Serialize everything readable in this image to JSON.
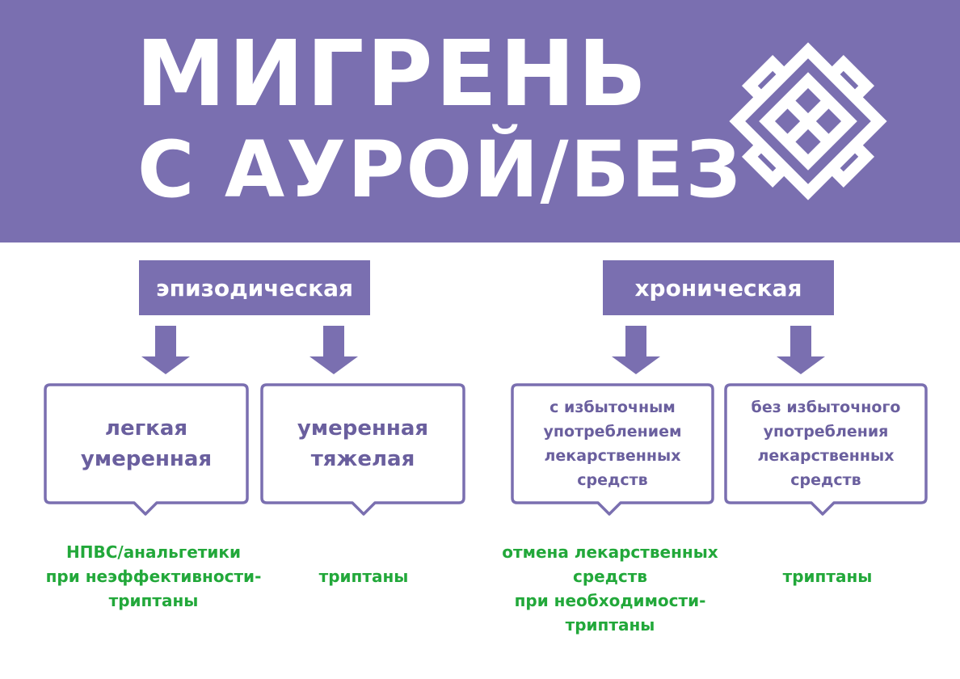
{
  "title": {
    "line1": "МИГРЕНЬ",
    "line2": "С АУРОЙ/БЕЗ"
  },
  "icons": {
    "knot": "endless-knot-icon",
    "arrow": "down-arrow-icon"
  },
  "colors": {
    "primary": "#7a6fb0",
    "bubble_text": "#6a5f9e",
    "treatment": "#22a83a"
  },
  "categories": [
    {
      "label": "эпизодическая",
      "subtypes": [
        {
          "lines": [
            "легкая",
            "умеренная"
          ],
          "treatment": [
            "НПВС/анальгетики",
            "при неэффективности-",
            "триптаны"
          ]
        },
        {
          "lines": [
            "умеренная",
            "тяжелая"
          ],
          "treatment": [
            "триптаны"
          ]
        }
      ]
    },
    {
      "label": "хроническая",
      "subtypes": [
        {
          "lines": [
            "с избыточным",
            "употреблением",
            "лекарственных",
            "средств"
          ],
          "treatment": [
            "отмена лекарственных",
            "средств",
            "при необходимости-",
            "триптаны"
          ]
        },
        {
          "lines": [
            "без избыточного",
            "употребления",
            "лекарственных",
            "средств"
          ],
          "treatment": [
            "триптаны"
          ]
        }
      ]
    }
  ]
}
